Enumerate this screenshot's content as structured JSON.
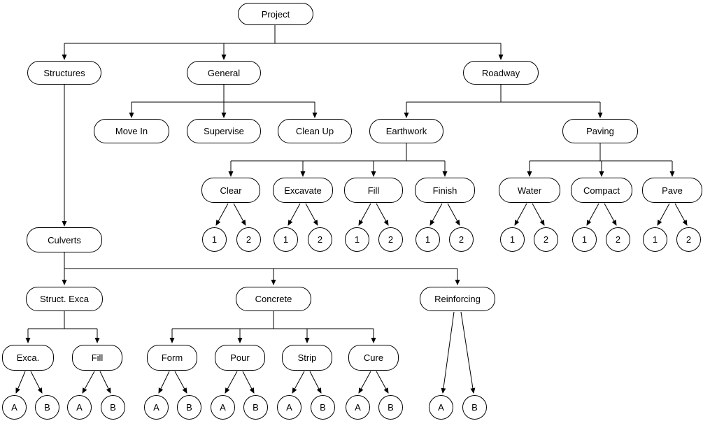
{
  "diagram": {
    "kind": "work-breakdown-structure-tree",
    "background_color": "#ffffff",
    "line_color": "#000000",
    "node_fill": "#ffffff",
    "node_border": "#000000"
  },
  "nodes": {
    "project": {
      "label": "Project"
    },
    "structures": {
      "label": "Structures"
    },
    "general": {
      "label": "General"
    },
    "roadway": {
      "label": "Roadway"
    },
    "move_in": {
      "label": "Move In"
    },
    "supervise": {
      "label": "Supervise"
    },
    "clean_up": {
      "label": "Clean Up"
    },
    "earthwork": {
      "label": "Earthwork"
    },
    "paving": {
      "label": "Paving"
    },
    "clear": {
      "label": "Clear"
    },
    "excavate": {
      "label": "Excavate"
    },
    "fill_earthwork": {
      "label": "Fill"
    },
    "finish": {
      "label": "Finish"
    },
    "water": {
      "label": "Water"
    },
    "compact": {
      "label": "Compact"
    },
    "pave": {
      "label": "Pave"
    },
    "culverts": {
      "label": "Culverts"
    },
    "struct_exca": {
      "label": "Struct. Exca"
    },
    "concrete": {
      "label": "Concrete"
    },
    "reinforcing": {
      "label": "Reinforcing"
    },
    "exca": {
      "label": "Exca."
    },
    "fill_culverts": {
      "label": "Fill"
    },
    "form": {
      "label": "Form"
    },
    "pour": {
      "label": "Pour"
    },
    "strip": {
      "label": "Strip"
    },
    "cure": {
      "label": "Cure"
    }
  },
  "leaf_labels": {
    "n1": "1",
    "n2": "2",
    "a": "A",
    "b": "B"
  },
  "hierarchy": {
    "label": "Project",
    "children": [
      {
        "label": "Structures",
        "children": [
          {
            "label": "Culverts",
            "children": [
              {
                "label": "Struct. Exca",
                "children": [
                  {
                    "label": "Exca.",
                    "children": [
                      {
                        "label": "A"
                      },
                      {
                        "label": "B"
                      }
                    ]
                  },
                  {
                    "label": "Fill",
                    "children": [
                      {
                        "label": "A"
                      },
                      {
                        "label": "B"
                      }
                    ]
                  }
                ]
              },
              {
                "label": "Concrete",
                "children": [
                  {
                    "label": "Form",
                    "children": [
                      {
                        "label": "A"
                      },
                      {
                        "label": "B"
                      }
                    ]
                  },
                  {
                    "label": "Pour",
                    "children": [
                      {
                        "label": "A"
                      },
                      {
                        "label": "B"
                      }
                    ]
                  },
                  {
                    "label": "Strip",
                    "children": [
                      {
                        "label": "A"
                      },
                      {
                        "label": "B"
                      }
                    ]
                  },
                  {
                    "label": "Cure",
                    "children": [
                      {
                        "label": "A"
                      },
                      {
                        "label": "B"
                      }
                    ]
                  }
                ]
              },
              {
                "label": "Reinforcing",
                "children": [
                  {
                    "label": "A"
                  },
                  {
                    "label": "B"
                  }
                ]
              }
            ]
          }
        ]
      },
      {
        "label": "General",
        "children": [
          {
            "label": "Move In"
          },
          {
            "label": "Supervise"
          },
          {
            "label": "Clean Up"
          }
        ]
      },
      {
        "label": "Roadway",
        "children": [
          {
            "label": "Earthwork",
            "children": [
              {
                "label": "Clear",
                "children": [
                  {
                    "label": "1"
                  },
                  {
                    "label": "2"
                  }
                ]
              },
              {
                "label": "Excavate",
                "children": [
                  {
                    "label": "1"
                  },
                  {
                    "label": "2"
                  }
                ]
              },
              {
                "label": "Fill",
                "children": [
                  {
                    "label": "1"
                  },
                  {
                    "label": "2"
                  }
                ]
              },
              {
                "label": "Finish",
                "children": [
                  {
                    "label": "1"
                  },
                  {
                    "label": "2"
                  }
                ]
              }
            ]
          },
          {
            "label": "Paving",
            "children": [
              {
                "label": "Water",
                "children": [
                  {
                    "label": "1"
                  },
                  {
                    "label": "2"
                  }
                ]
              },
              {
                "label": "Compact",
                "children": [
                  {
                    "label": "1"
                  },
                  {
                    "label": "2"
                  }
                ]
              },
              {
                "label": "Pave",
                "children": [
                  {
                    "label": "1"
                  },
                  {
                    "label": "2"
                  }
                ]
              }
            ]
          }
        ]
      }
    ]
  }
}
